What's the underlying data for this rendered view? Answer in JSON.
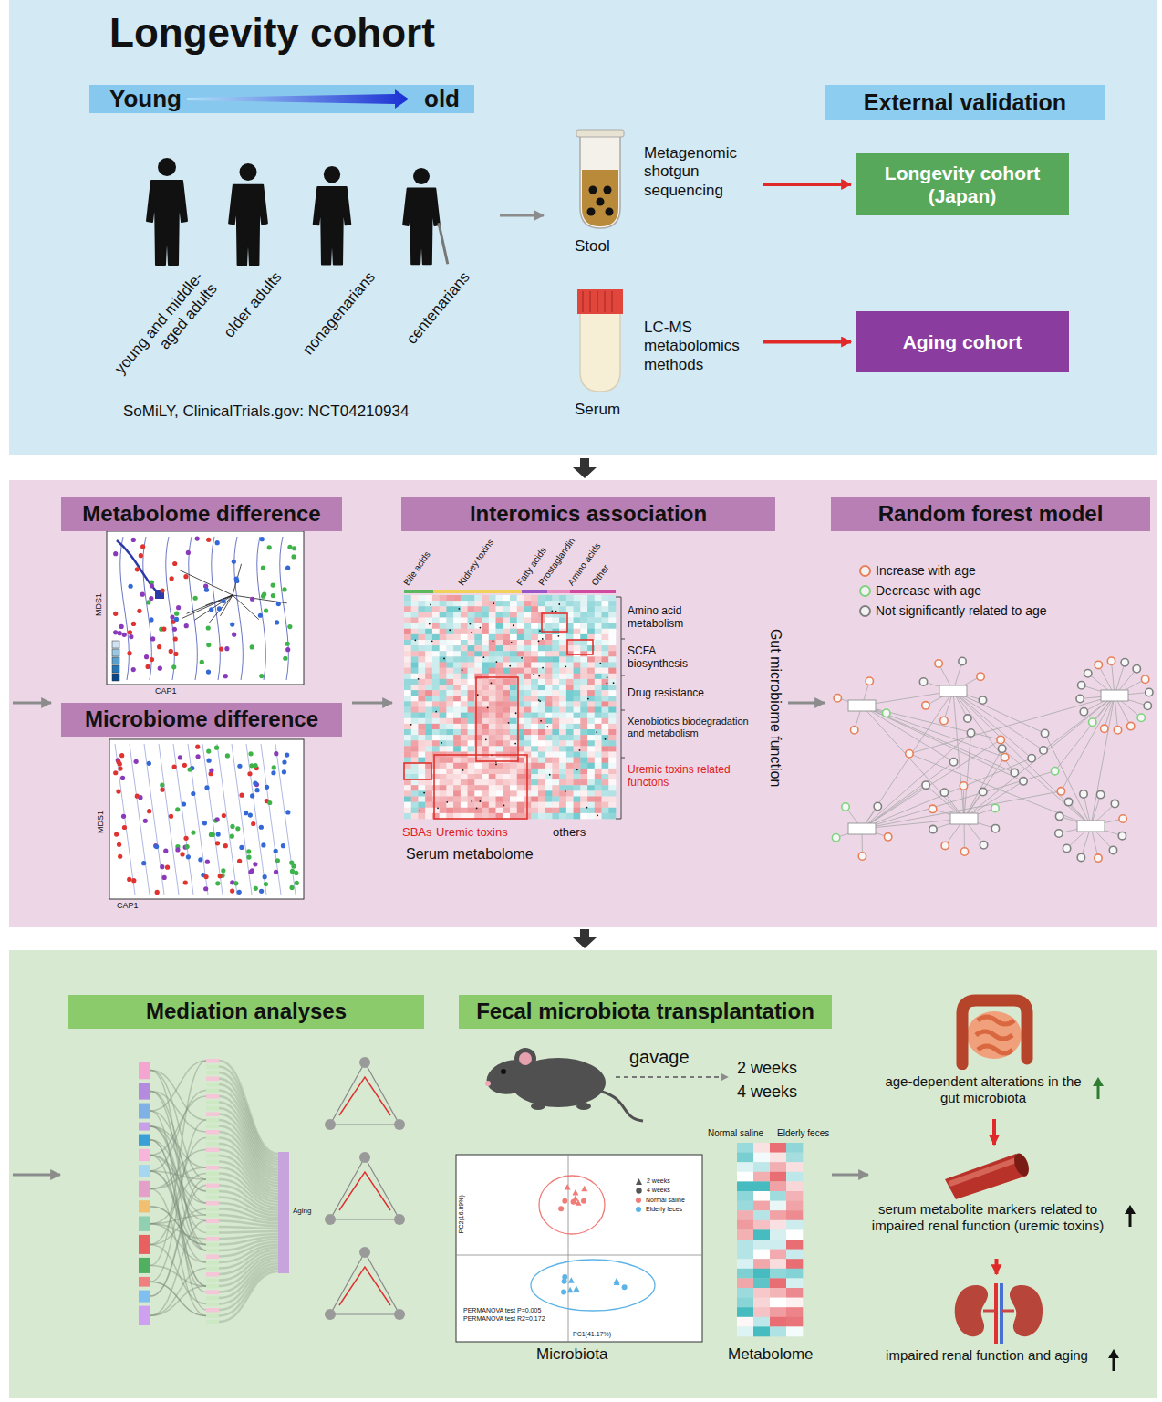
{
  "diagram": {
    "title": "Longevity cohort",
    "nodes": [
      {
        "text": [
          "Young",
          "old"
        ]
      },
      {
        "text": [
          "External validation"
        ]
      },
      {
        "text": [
          "Stool",
          "Metagenomic shotgun sequencing"
        ]
      },
      {
        "text": [
          "Longevity cohort (Japan)"
        ]
      },
      {
        "text": [
          "Serum",
          "LC-MS metabolomics methods"
        ]
      },
      {
        "text": [
          "Aging cohort"
        ]
      },
      {
        "text": [
          "Metabolome difference"
        ]
      },
      {
        "text": [
          "Interomics association"
        ]
      },
      {
        "text": [
          "Random forest model"
        ]
      },
      {
        "text": [
          "Microbiome difference"
        ]
      },
      {
        "text": [
          "Mediation analyses"
        ]
      },
      {
        "text": [
          "Fecal microbiota transplantation"
        ]
      },
      {
        "text": [
          "age-dependent alterations in the gut microbiota"
        ]
      },
      {
        "text": [
          "serum metabolite markers related to impaired renal function (uremic toxins)"
        ]
      },
      {
        "text": [
          "impaired renal function and aging"
        ]
      }
    ],
    "edges": [
      {
        "from": 2,
        "to": 3,
        "arrow": "to"
      },
      {
        "from": 4,
        "to": 5,
        "arrow": "to"
      },
      {
        "from": 12,
        "to": 13,
        "arrow": "to"
      },
      {
        "from": 13,
        "to": 14,
        "arrow": "to"
      }
    ],
    "labels": [
      "young and middle-aged adults",
      "older adults",
      "nonagenarians",
      "centenarians",
      "SoMiLY, ClinicalTrials.gov: NCT04210934",
      "MDS1",
      "CAP1",
      "MDS1",
      "CAP1",
      "Bile acids",
      "Kidney toxins",
      "Fatty acids",
      "Prostaglandin",
      "Amino acids",
      "Other",
      "Amino acid metabolism",
      "SCFA biosynthesis",
      "Drug resistance",
      "Xenobiotics biodegradation and metabolism",
      "Uremic toxins related functons",
      "Gut microbiome function",
      "SBAs",
      "Uremic toxins",
      "others",
      "Serum metabolome",
      "Aging",
      "gavage",
      "2 weeks",
      "4 weeks",
      "PC2(16.89%)",
      "PC1(41.17%)",
      "PERMANOVA test P=0.005",
      "PERMANOVA test R2=0.172",
      "Microbiota",
      "Normal saline",
      "Elderly feces",
      "Metabolome"
    ],
    "legend": [
      {
        "text": "Increase with age",
        "color": "#e8805a"
      },
      {
        "text": "Decrease with age",
        "color": "#7ed47e"
      },
      {
        "text": "Not significantly related to age",
        "color": "#808080"
      },
      {
        "text": "2 weeks"
      },
      {
        "text": "4 weeks"
      },
      {
        "text": "Normal saline",
        "color": "#f07c78"
      },
      {
        "text": "Elderly feces",
        "color": "#5db3e6"
      }
    ]
  }
}
